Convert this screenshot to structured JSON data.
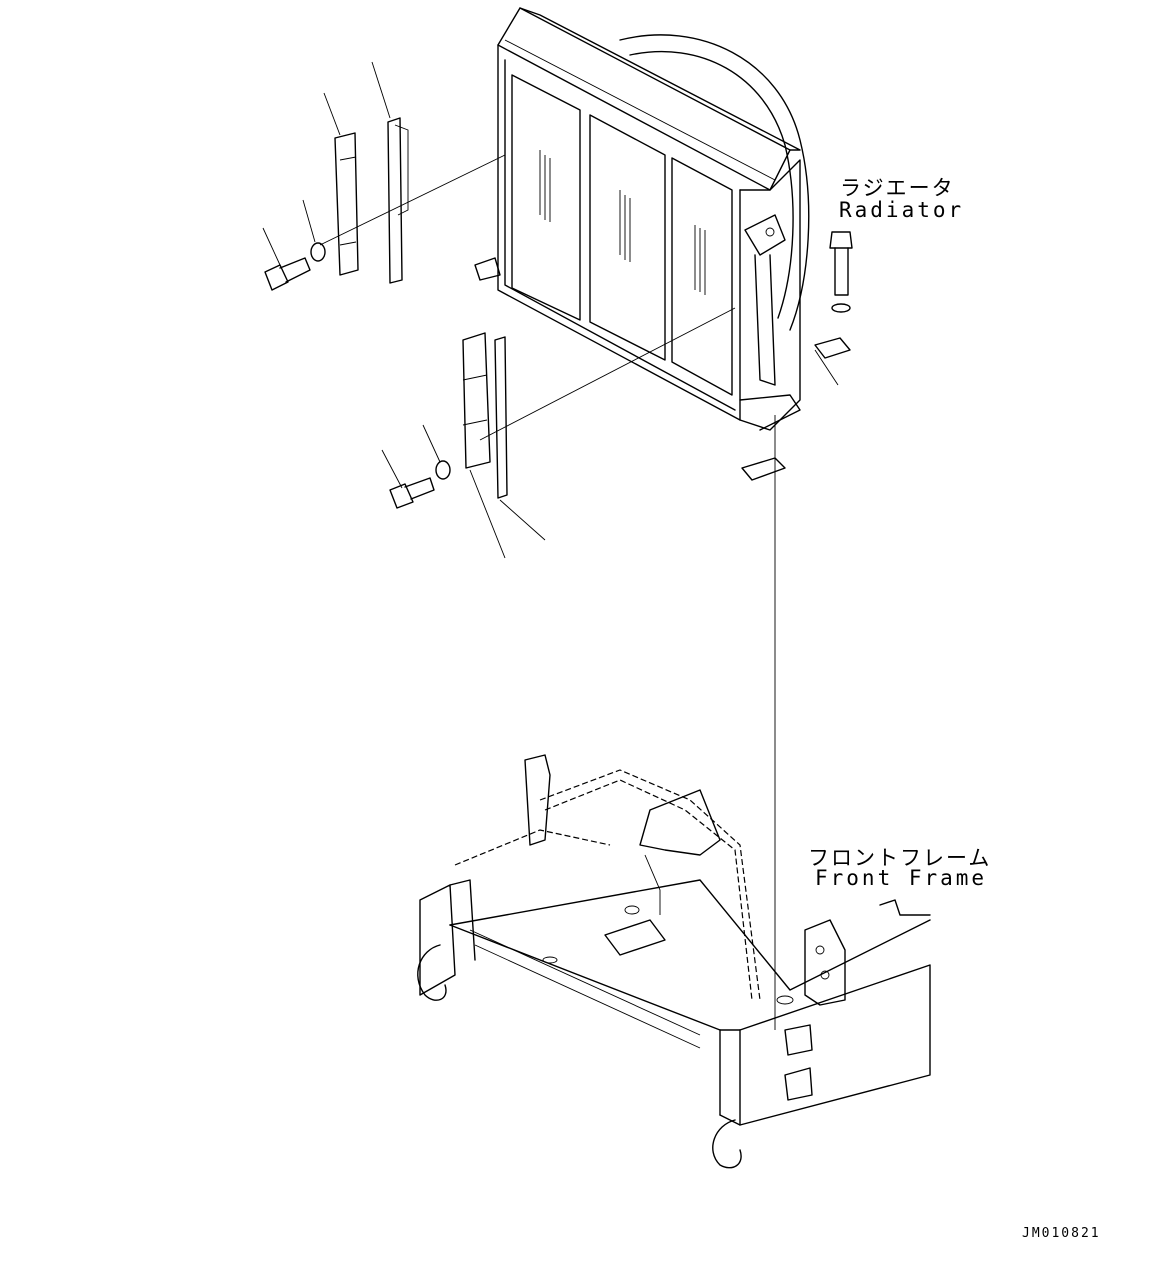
{
  "labels": {
    "radiator_jp": "ラジエータ",
    "radiator_en": "Radiator",
    "front_frame_jp": "フロントフレーム",
    "front_frame_en": "Front Frame",
    "drawing_code": "JM010821"
  },
  "icons": {
    "radiator": "radiator-icon",
    "front_frame": "front-frame-icon",
    "bolt": "bolt-icon",
    "washer": "washer-icon",
    "bracket": "bracket-icon"
  },
  "colors": {
    "line": "#000000",
    "background": "#ffffff"
  }
}
